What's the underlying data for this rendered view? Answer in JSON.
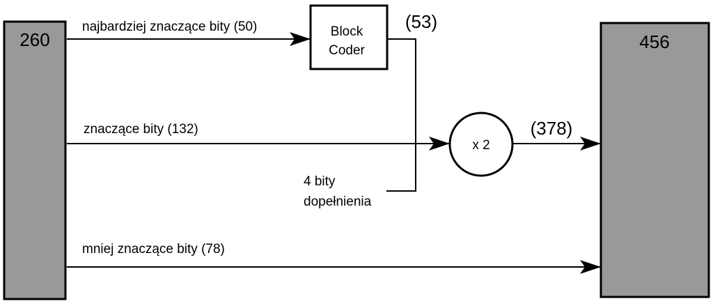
{
  "blocks": {
    "input_value": "260",
    "output_value": "456"
  },
  "coder": {
    "line1": "Block",
    "line2": "Coder",
    "output_count": "(53)"
  },
  "multiplier": {
    "label": "x 2",
    "output_count": "(378)"
  },
  "paths": {
    "top": "najbardziej znaczące bity (50)",
    "middle": "znaczące bity (132)",
    "bottom": "mniej znaczące bity (78)"
  },
  "padding": {
    "line1": "4 bity",
    "line2": "dopełnienia"
  },
  "colors": {
    "block_fill": "#999999",
    "stroke": "#000000"
  }
}
